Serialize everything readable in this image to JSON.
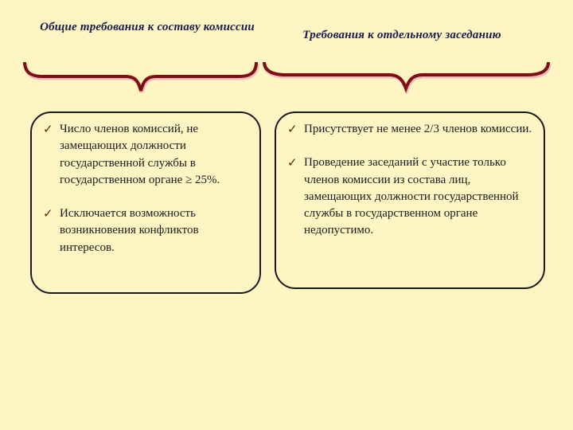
{
  "colors": {
    "background": "#fdf6c3",
    "heading_text": "#1a1a4a",
    "brace": "#7a1010",
    "box_border": "#1a1a1a",
    "body_text": "#1a1a1a",
    "checkmark": "#5a2a00"
  },
  "left_column": {
    "heading": "Общие требования к составу комиссии",
    "bullet_icon": "checkmark-icon",
    "check_glyph": "✓",
    "items": [
      {
        "text": "Число членов комиссий, не замещающих должности государственной службы в государственном органе ≥ 25%."
      },
      {
        "text": "Исключается возможность возникновения конфликтов интересов."
      }
    ]
  },
  "right_column": {
    "heading": "Требования к отдельному заседанию",
    "bullet_icon": "checkmark-icon",
    "check_glyph": "✓",
    "items": [
      {
        "text": "Присутствует не менее 2/3 членов комиссии."
      },
      {
        "text": "Проведение заседаний с участие только членов комиссии из состава лиц, замещающих должности государственной службы в государственном органе недопустимо."
      }
    ]
  }
}
